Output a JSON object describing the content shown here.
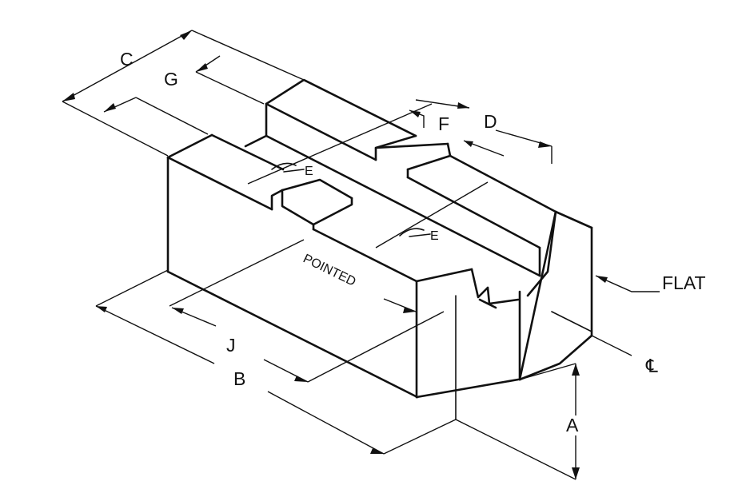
{
  "labels": {
    "a": "A",
    "b": "B",
    "c": "C",
    "d": "D",
    "e_upper": "E",
    "e_lower": "E",
    "f": "F",
    "g": "G",
    "j": "J",
    "flat": "FLAT",
    "pointed": "POINTED",
    "centerline": "℄"
  }
}
